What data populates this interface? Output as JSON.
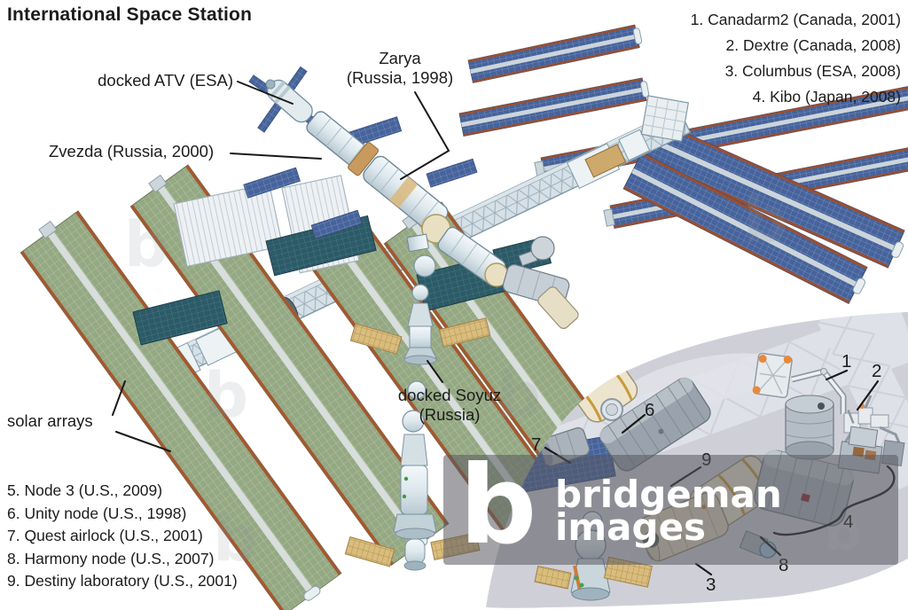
{
  "title": "International Space Station",
  "legend_top_right": {
    "items": [
      "1. Canadarm2 (Canada, 2001)",
      "2. Dextre (Canada, 2008)",
      "3. Columbus (ESA, 2008)",
      "4. Kibo (Japan, 2008)"
    ]
  },
  "legend_bottom_left": {
    "items": [
      "5. Node 3 (U.S., 2009)",
      "6. Unity node (U.S., 1998)",
      "7. Quest airlock (U.S., 2001)",
      "8. Harmony node (U.S., 2007)",
      "9. Destiny laboratory (U.S., 2001)"
    ]
  },
  "labels": {
    "docked_atv": "docked ATV (ESA)",
    "zarya": {
      "line1": "Zarya",
      "line2": "(Russia, 1998)"
    },
    "zvezda": "Zvezda (Russia, 2000)",
    "docked_soyuz": {
      "line1": "docked Soyuz",
      "line2": "(Russia)"
    },
    "solar_arrays": "solar arrays"
  },
  "inset": {
    "callouts": [
      "1",
      "2",
      "3",
      "4",
      "6",
      "7",
      "8",
      "9"
    ]
  },
  "watermark": {
    "logo": "b",
    "line1": "bridgeman",
    "line2": "images"
  },
  "colors": {
    "solar_panel_blue": "#46639b",
    "solar_panel_green": "#94a883",
    "panel_edge_brown": "#9a4f31",
    "structure_gray": "#c2d1d9",
    "radiator_teal": "#2c5a66",
    "soyuz_panel_tan": "#d9bd7e",
    "inset_background": "#cfd0d7",
    "watermark_bar": "rgba(88,88,95,0.55)",
    "text": "#1c1c1c"
  }
}
